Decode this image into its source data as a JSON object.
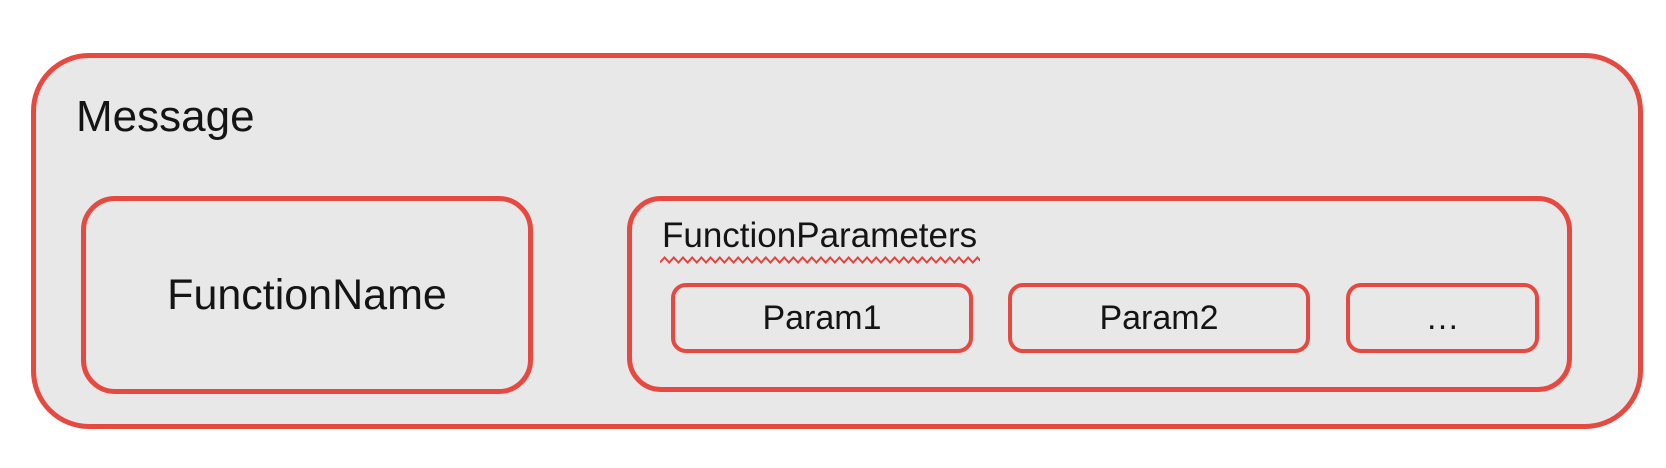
{
  "diagram": {
    "message": {
      "label": "Message"
    },
    "function_name": {
      "label": "FunctionName"
    },
    "function_parameters": {
      "label": "FunctionParameters",
      "params": [
        {
          "label": "Param1"
        },
        {
          "label": "Param2"
        },
        {
          "label": "…"
        }
      ]
    }
  },
  "colors": {
    "border_red": "#e6493f",
    "box_fill": "#e8e8e8",
    "squiggle_red": "#e0443c",
    "text_black": "#141414",
    "page_background": "#ffffff"
  }
}
